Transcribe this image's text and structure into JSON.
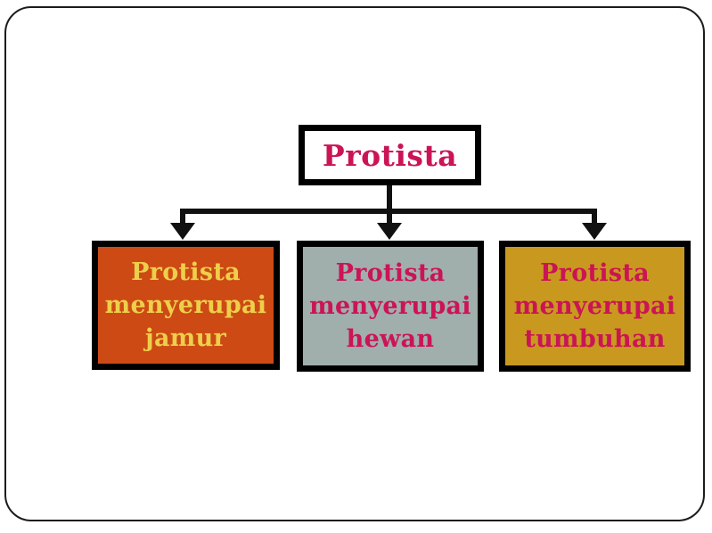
{
  "page": {
    "background_color": "#ffffff",
    "frame_border_color": "#1c1c1c",
    "connector_color": "#111111",
    "box_border_color": "#000000"
  },
  "diagram": {
    "root": {
      "label": "Protista",
      "bg": "#ffffff",
      "text_color": "#cb1456"
    },
    "children": [
      {
        "label": "Protista menyerupai jamur",
        "lines": [
          "Protista",
          "menyerupai",
          "jamur"
        ],
        "bg": "#cd4a15",
        "text_color": "#eecf4a"
      },
      {
        "label": "Protista menyerupai hewan",
        "lines": [
          "Protista",
          "menyerupai",
          "hewan"
        ],
        "bg": "#a0aeac",
        "text_color": "#cb1456"
      },
      {
        "label": "Protista menyerupai tumbuhan",
        "lines": [
          "Protista",
          "menyerupai",
          "tumbuhan"
        ],
        "bg": "#c8991e",
        "text_color": "#cb1456"
      }
    ]
  }
}
